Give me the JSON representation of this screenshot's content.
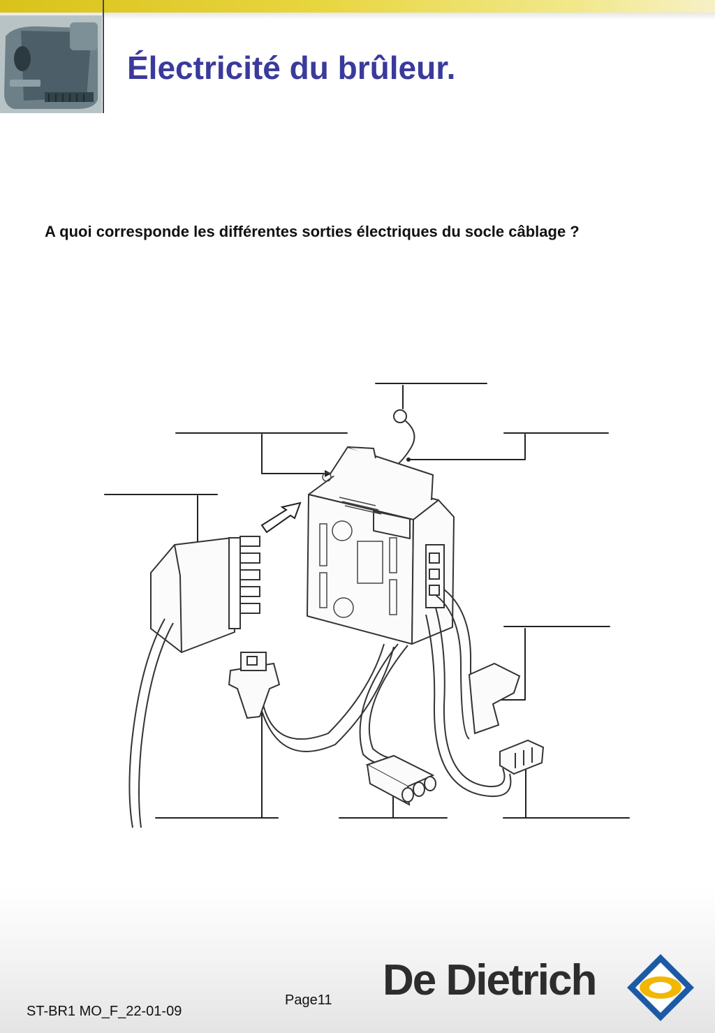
{
  "header": {
    "title": "Électricité du brûleur."
  },
  "content": {
    "question": "A quoi corresponde les différentes sorties électriques du socle câblage ?"
  },
  "footer": {
    "document_code": "ST-BR1 MO_F_22-01-09",
    "page_label": "Page11",
    "brand_name": "De Dietrich"
  },
  "colors": {
    "title": "#3a3a9c",
    "top_bar": "#d9c21a",
    "brand_logo_blue": "#1d5aa6",
    "brand_logo_yellow": "#f2b705"
  }
}
